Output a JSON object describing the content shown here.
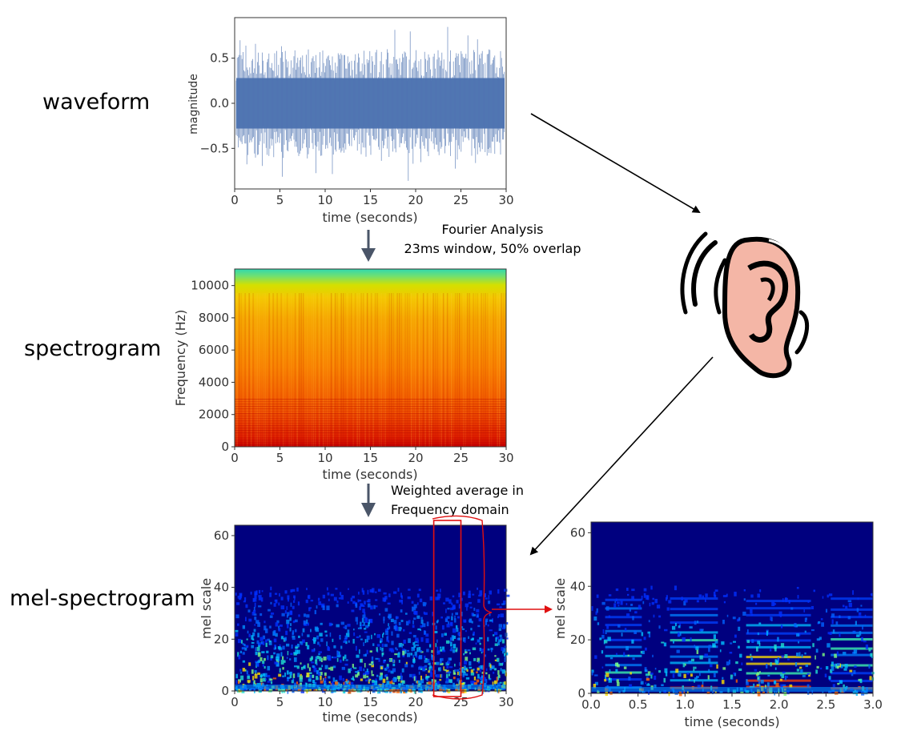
{
  "labels": {
    "waveform": "waveform",
    "spectrogram": "spectrogram",
    "mel_spectrogram": "mel-spectrogram"
  },
  "notes": {
    "fourier_line1": "Fourier Analysis",
    "fourier_line2": "23ms window, 50% overlap",
    "weighted_line1": "Weighted average in",
    "weighted_line2": "Frequency domain"
  },
  "colors": {
    "waveform": "#4c72b0",
    "arrow_gray": "#4a5568",
    "highlight": "#e01010",
    "ear_skin": "#f4b6a6"
  },
  "icons": [
    "ear-icon"
  ],
  "chart_data": [
    {
      "id": "waveform",
      "type": "line",
      "xlabel": "time (seconds)",
      "ylabel": "magnitude",
      "xlim": [
        0,
        30
      ],
      "ylim": [
        -0.95,
        0.95
      ],
      "x_ticks": [
        "0",
        "5",
        "10",
        "15",
        "20",
        "25",
        "30"
      ],
      "y_ticks": [
        "0.5",
        "0.0",
        "−0.5"
      ],
      "y_tick_values": [
        0.5,
        0.0,
        -0.5
      ],
      "envelope_peak": 0.9
    },
    {
      "id": "spectrogram",
      "type": "heatmap",
      "xlabel": "time (seconds)",
      "ylabel": "Frequency (Hz)",
      "xlim": [
        0,
        30
      ],
      "ylim": [
        0,
        11025
      ],
      "x_ticks": [
        "0",
        "5",
        "10",
        "15",
        "20",
        "25",
        "30"
      ],
      "y_ticks": [
        "0",
        "2000",
        "4000",
        "6000",
        "8000",
        "10000"
      ],
      "y_tick_values": [
        0,
        2000,
        4000,
        6000,
        8000,
        10000
      ]
    },
    {
      "id": "mel_spectrogram",
      "type": "heatmap",
      "xlabel": "time (seconds)",
      "ylabel": "mel scale",
      "xlim": [
        0,
        30
      ],
      "ylim": [
        0,
        64
      ],
      "x_ticks": [
        "0",
        "5",
        "10",
        "15",
        "20",
        "25",
        "30"
      ],
      "y_ticks": [
        "0",
        "20",
        "40",
        "60"
      ],
      "y_tick_values": [
        0,
        20,
        40,
        60
      ],
      "highlight_window": [
        22,
        25
      ]
    },
    {
      "id": "mel_spectrogram_zoom",
      "type": "heatmap",
      "xlabel": "time (seconds)",
      "ylabel": "mel scale",
      "xlim": [
        0,
        3
      ],
      "ylim": [
        0,
        64
      ],
      "x_ticks": [
        "0.0",
        "0.5",
        "1.0",
        "1.5",
        "2.0",
        "2.5",
        "3.0"
      ],
      "x_tick_values": [
        0,
        0.5,
        1.0,
        1.5,
        2.0,
        2.5,
        3.0
      ],
      "y_ticks": [
        "0",
        "20",
        "40",
        "60"
      ],
      "y_tick_values": [
        0,
        20,
        40,
        60
      ]
    }
  ]
}
